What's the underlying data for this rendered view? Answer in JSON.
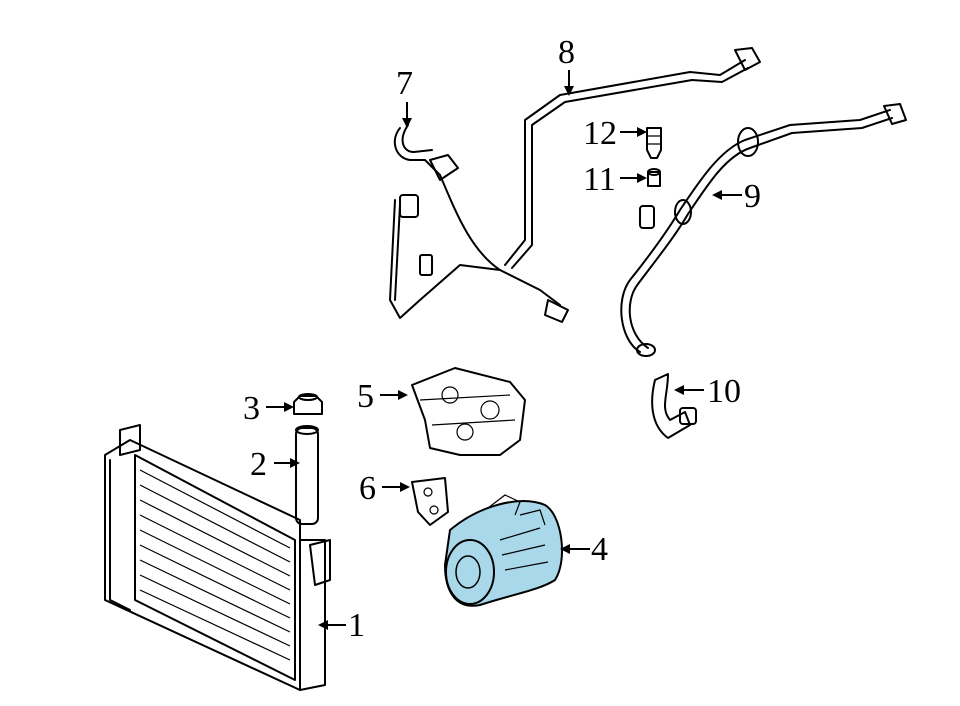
{
  "diagram": {
    "callouts": [
      {
        "id": "1",
        "label": "1"
      },
      {
        "id": "2",
        "label": "2"
      },
      {
        "id": "3",
        "label": "3"
      },
      {
        "id": "4",
        "label": "4"
      },
      {
        "id": "5",
        "label": "5"
      },
      {
        "id": "6",
        "label": "6"
      },
      {
        "id": "7",
        "label": "7"
      },
      {
        "id": "8",
        "label": "8"
      },
      {
        "id": "9",
        "label": "9"
      },
      {
        "id": "10",
        "label": "10"
      },
      {
        "id": "11",
        "label": "11"
      },
      {
        "id": "12",
        "label": "12"
      }
    ],
    "highlight_color": "#a8d8ea"
  }
}
